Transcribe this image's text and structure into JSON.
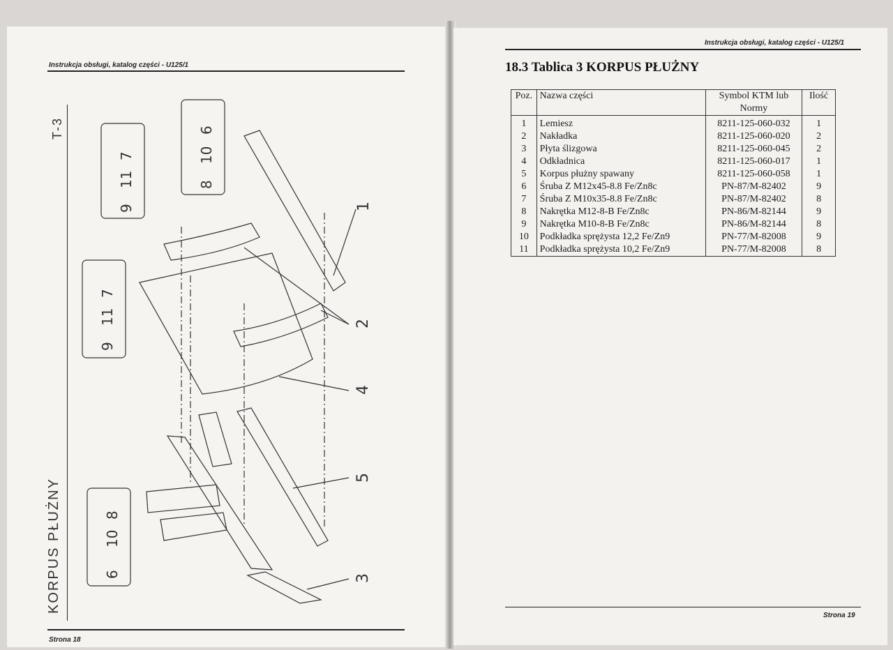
{
  "left_page": {
    "running_head": "Instrukcja obsługi, katalog części - U125/1",
    "table_id": "T-3",
    "side_title": "KORPUS PŁUŻNY",
    "footer": "Strona 18",
    "callouts": [
      "1",
      "2",
      "3",
      "4",
      "5"
    ],
    "fastener_groups": [
      {
        "labels": [
          "9",
          "11",
          "7"
        ]
      },
      {
        "labels": [
          "8",
          "10",
          "6"
        ]
      },
      {
        "labels": [
          "9",
          "11",
          "7"
        ]
      },
      {
        "labels": [
          "6",
          "10",
          "8"
        ]
      }
    ]
  },
  "right_page": {
    "running_head": "Instrukcja obsługi, katalog części - U125/1",
    "section_title": "18.3 Tablica 3 KORPUS PŁUŻNY",
    "footer": "Strona 19",
    "table": {
      "headers": [
        "Poz.",
        "Nazwa części",
        "Symbol KTM lub Normy",
        "Ilość"
      ],
      "rows": [
        [
          "1",
          "Lemiesz",
          "8211-125-060-032",
          "1"
        ],
        [
          "2",
          "Nakładka",
          "8211-125-060-020",
          "2"
        ],
        [
          "3",
          "Płyta ślizgowa",
          "8211-125-060-045",
          "2"
        ],
        [
          "4",
          "Odkładnica",
          "8211-125-060-017",
          "1"
        ],
        [
          "5",
          "Korpus płużny spawany",
          "8211-125-060-058",
          "1"
        ],
        [
          "6",
          "Śruba Z M12x45-8.8 Fe/Zn8c",
          "PN-87/M-82402",
          "9"
        ],
        [
          "7",
          "Śruba Z M10x35-8.8 Fe/Zn8c",
          "PN-87/M-82402",
          "8"
        ],
        [
          "8",
          "Nakrętka M12-8-B Fe/Zn8c",
          "PN-86/M-82144",
          "9"
        ],
        [
          "9",
          "Nakrętka M10-8-B Fe/Zn8c",
          "PN-86/M-82144",
          "8"
        ],
        [
          "10",
          "Podkładka sprężysta 12,2 Fe/Zn9",
          "PN-77/M-82008",
          "9"
        ],
        [
          "11",
          "Podkładka sprężysta 10,2 Fe/Zn9",
          "PN-77/M-82008",
          "8"
        ]
      ]
    }
  }
}
